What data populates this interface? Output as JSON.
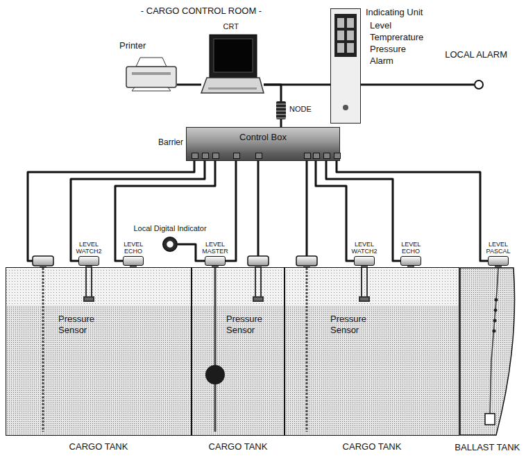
{
  "diagram": {
    "title": "- CARGO CONTROL ROOM -",
    "nodes": [
      {
        "text": [
          "Printer"
        ]
      },
      {
        "text": [
          "CRT"
        ]
      },
      {
        "text": [
          "Indicating Unit",
          "Level Temprerature Pressure Alarm"
        ]
      },
      {
        "text": [
          "LOCAL ALARM"
        ]
      },
      {
        "text": [
          "NODE"
        ]
      },
      {
        "text": [
          "Control Box"
        ]
      },
      {
        "text": [
          "Local Digital Indicator"
        ]
      },
      {
        "text": [
          "LEVEL WATCH2"
        ]
      },
      {
        "text": [
          "LEVEL ECHO"
        ]
      },
      {
        "text": [
          "LEVEL MASTER"
        ]
      },
      {
        "text": [
          "LEVEL WATCH2"
        ]
      },
      {
        "text": [
          "LEVEL ECHO"
        ]
      },
      {
        "text": [
          "LEVEL PASCAL"
        ]
      },
      {
        "text": [
          "CARGO TANK"
        ]
      },
      {
        "text": [
          "CARGO TANK"
        ]
      },
      {
        "text": [
          "CARGO TANK"
        ]
      },
      {
        "text": [
          "BALLAST TANK"
        ]
      }
    ],
    "edges": [
      {
        "from": 0,
        "to": 1,
        "arrow": "none"
      },
      {
        "from": 1,
        "to": 2,
        "arrow": "none"
      },
      {
        "from": 2,
        "to": 3,
        "arrow": "none"
      },
      {
        "from": 4,
        "to": 1,
        "arrow": "none"
      },
      {
        "from": 4,
        "to": 5,
        "arrow": "none"
      },
      {
        "from": 5,
        "to": 7,
        "arrow": "none"
      },
      {
        "from": 5,
        "to": 8,
        "arrow": "none"
      },
      {
        "from": 5,
        "to": 9,
        "arrow": "none"
      },
      {
        "from": 5,
        "to": 10,
        "arrow": "none"
      },
      {
        "from": 5,
        "to": 11,
        "arrow": "none"
      },
      {
        "from": 5,
        "to": 12,
        "arrow": "none"
      },
      {
        "from": 6,
        "to": 9,
        "arrow": "none"
      }
    ],
    "labels": [
      "Barrier",
      "Pressure Sensor",
      "Pressure Sensor",
      "Pressure Sensor"
    ]
  }
}
